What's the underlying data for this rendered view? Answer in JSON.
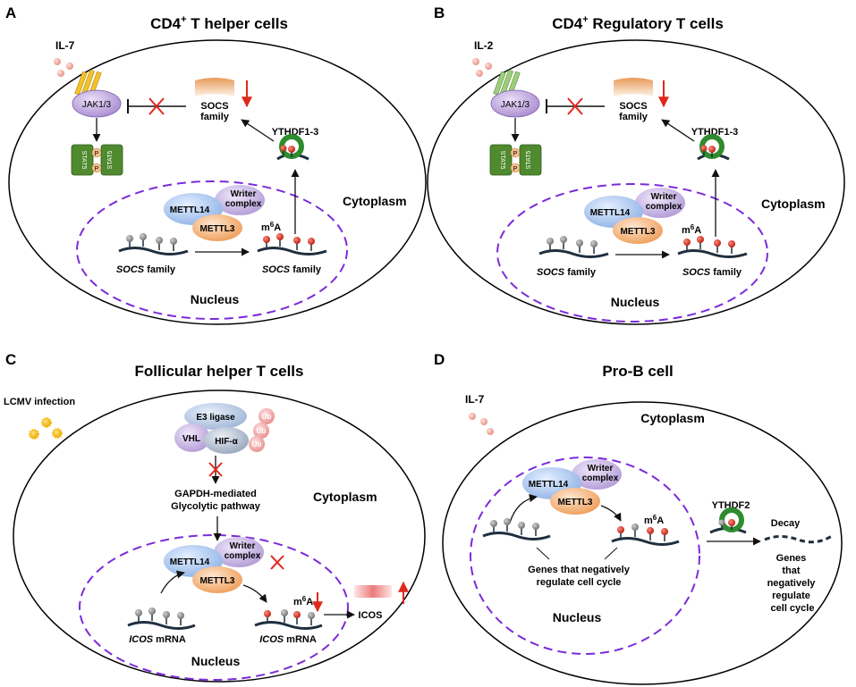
{
  "panels": {
    "A": {
      "letter": "A",
      "title": "CD4",
      "title_sup": "+",
      "title_rest": " T helper cells",
      "cytokine": "IL-7",
      "jak": "JAK1/3",
      "socs_line1": "SOCS",
      "socs_line2": "family",
      "reader": "YTHDF1-3",
      "stat": "STAT5",
      "p": "P",
      "writer_a": "METTL14",
      "writer_b_line1": "Writer",
      "writer_b_line2": "complex",
      "writer_c": "METTL3",
      "m6a_pre": "m",
      "m6a_sup": "6",
      "m6a_post": "A",
      "mrna_italic": "SOCS",
      "mrna_rest": " family",
      "cytoplasm": "Cytoplasm",
      "nucleus": "Nucleus"
    },
    "B": {
      "letter": "B",
      "title": "CD4",
      "title_sup": "+",
      "title_rest": " Regulatory T cells",
      "cytokine": "IL-2",
      "jak": "JAK1/3",
      "socs_line1": "SOCS",
      "socs_line2": "family",
      "reader": "YTHDF1-3",
      "stat": "STAT5",
      "writer_a": "METTL14",
      "writer_b_line1": "Writer",
      "writer_b_line2": "complex",
      "writer_c": "METTL3",
      "m6a_pre": "m",
      "m6a_sup": "6",
      "m6a_post": "A",
      "mrna_italic": "SOCS",
      "mrna_rest": " family",
      "cytoplasm": "Cytoplasm",
      "nucleus": "Nucleus"
    },
    "C": {
      "letter": "C",
      "title": "Follicular helper T cells",
      "infection": "LCMV infection",
      "e3": "E3 ligase",
      "vhl": "VHL",
      "hif": "HIF-α",
      "ub": "Ub",
      "path_line1": "GAPDH-mediated",
      "path_line2": "Glycolytic pathway",
      "cytoplasm": "Cytoplasm",
      "writer_a": "METTL14",
      "writer_b_line1": "Writer",
      "writer_b_line2": "complex",
      "writer_c": "METTL3",
      "m6a_pre": "m",
      "m6a_sup": "6",
      "m6a_post": "A",
      "mrna_italic": "ICOS",
      "mrna_rest": " mRNA",
      "icos": "ICOS",
      "nucleus": "Nucleus"
    },
    "D": {
      "letter": "D",
      "title": "Pro-B cell",
      "cytokine": "IL-7",
      "cytoplasm": "Cytoplasm",
      "writer_a": "METTL14",
      "writer_b_line1": "Writer",
      "writer_b_line2": "complex",
      "writer_c": "METTL3",
      "m6a_pre": "m",
      "m6a_sup": "6",
      "m6a_post": "A",
      "genes_line1": "Genes that negatively",
      "genes_line2": "regulate cell cycle",
      "reader": "YTHDF2",
      "decay": "Decay",
      "genes_out_1": "Genes",
      "genes_out_2": "that",
      "genes_out_3": "negatively",
      "genes_out_4": "regulate",
      "genes_out_5": "cell cycle",
      "nucleus": "Nucleus"
    }
  },
  "colors": {
    "cell_outline": "#000000",
    "nucleus_outline": "#7b2bd9",
    "rna_strand": "#1f2f3f",
    "unmethylated_dot": "#8e8e8e",
    "methylated_dot": "#d22b1e",
    "inhibit_x": "#e0281c",
    "down_arrow": "#e0281c",
    "reader_green": "#2e8b2e",
    "stat_green": "#4f8a2e",
    "jak_purple": "#c9b5e4",
    "mettl14_blue": "#b6cdee",
    "writer_purple": "#cdbbe6",
    "mettl3_orange": "#f6bf8e",
    "il_dot": "#f1b0a6",
    "lcmv_yellow": "#f5b800",
    "ub_pink": "#f2a7a7"
  }
}
